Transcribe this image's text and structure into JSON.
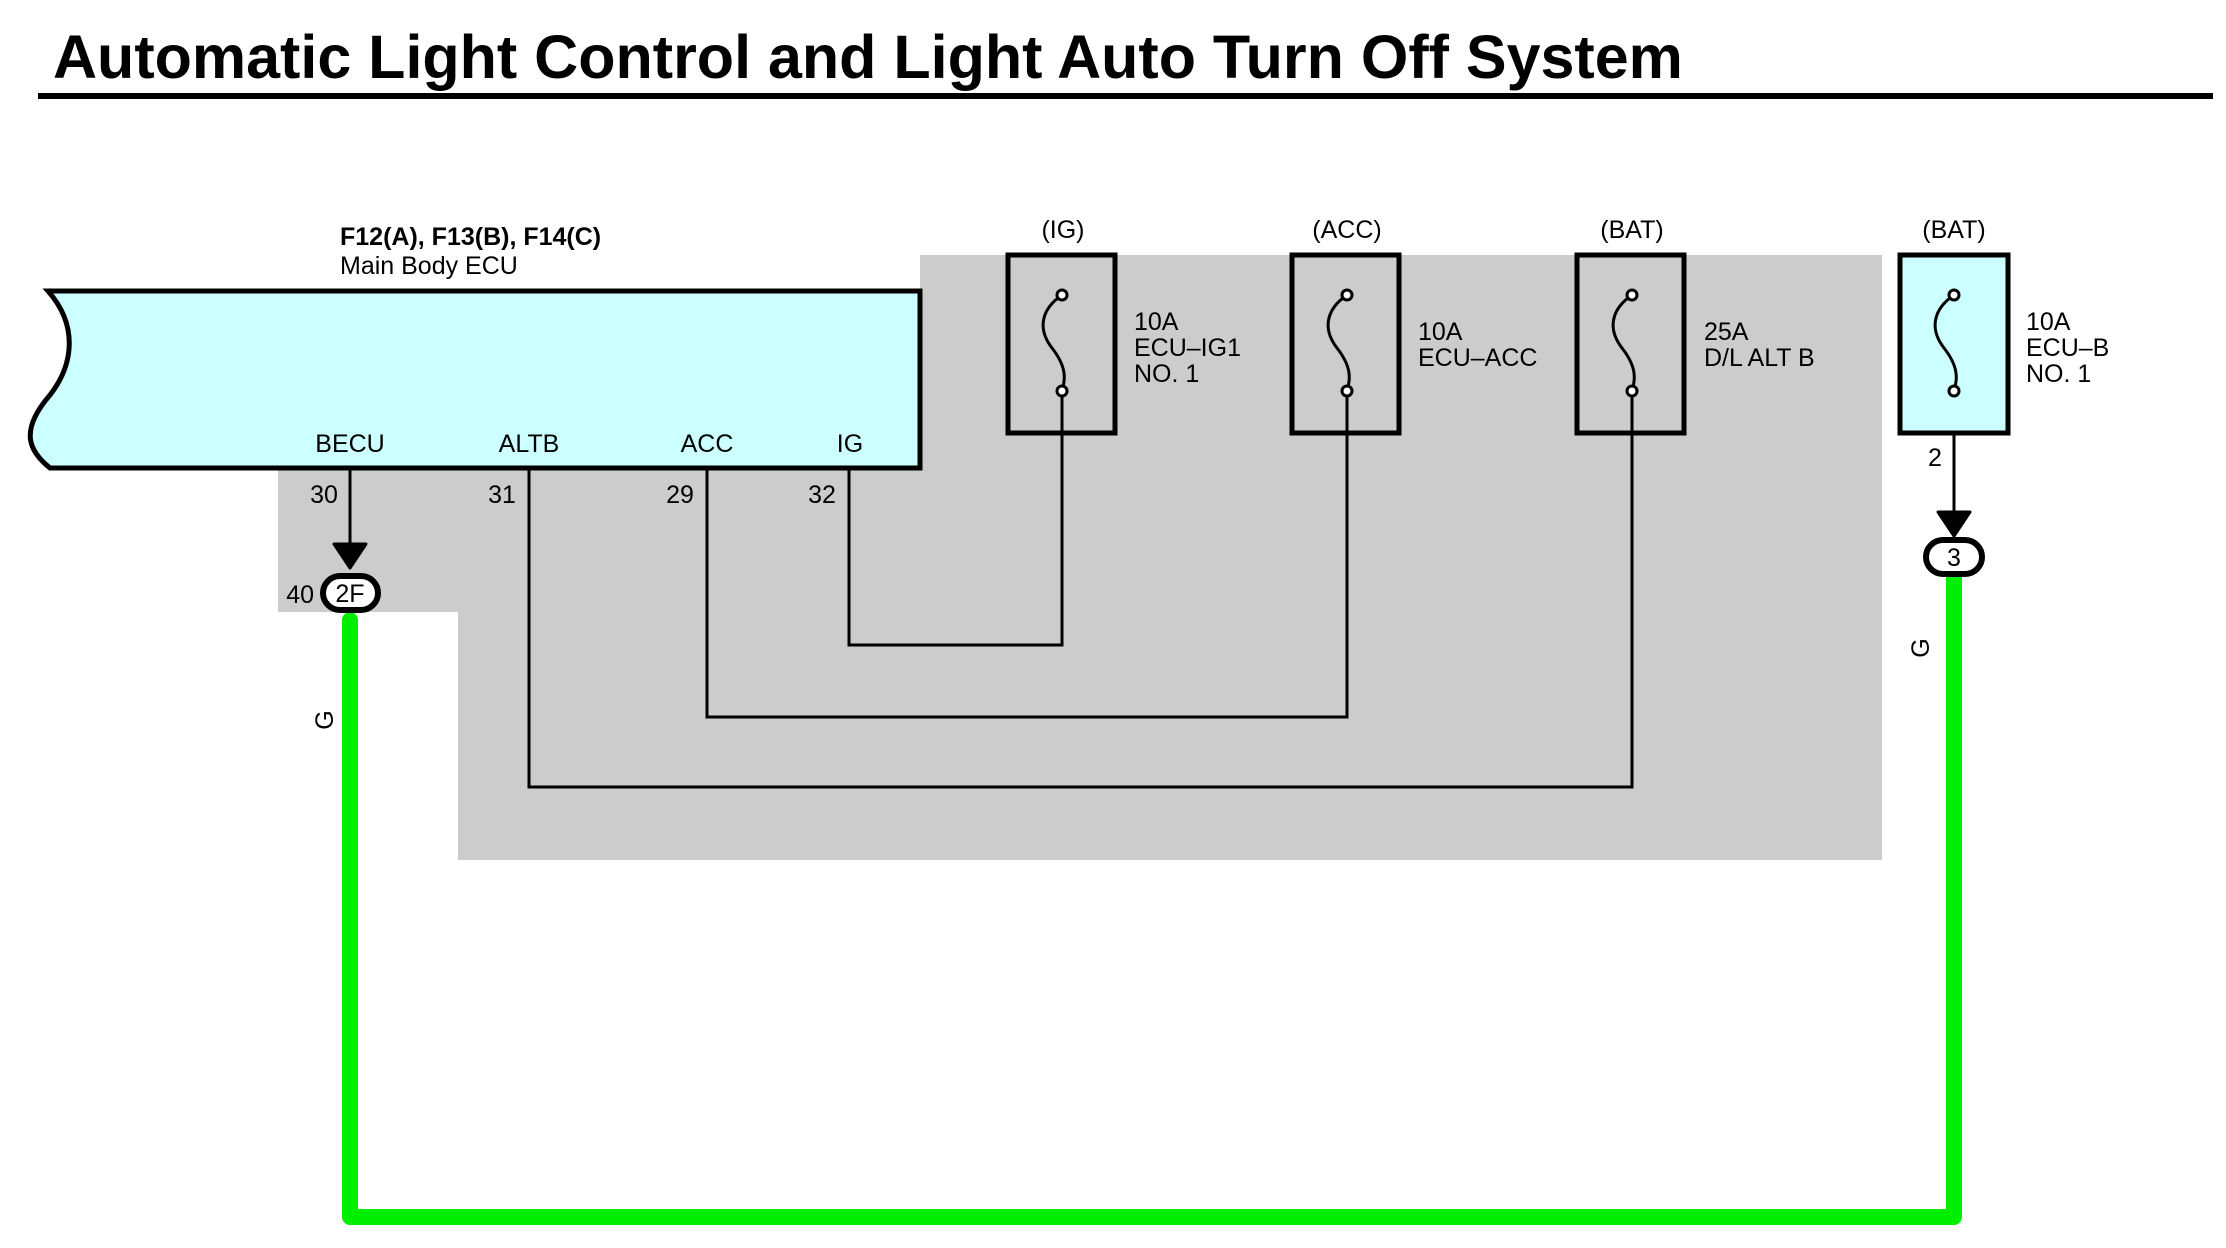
{
  "title": "Automatic Light Control and Light Auto Turn Off System",
  "ecu": {
    "connectors": "F12(A), F13(B), F14(C)",
    "name": "Main Body ECU",
    "terminals": [
      {
        "name": "BECU",
        "pin": "30"
      },
      {
        "name": "ALTB",
        "pin": "31"
      },
      {
        "name": "ACC",
        "pin": "29"
      },
      {
        "name": "IG",
        "pin": "32"
      }
    ],
    "body_color": "#ccffff"
  },
  "fuses": [
    {
      "source": "(IG)",
      "rating": "10A",
      "name_line1": "ECU–IG1",
      "name_line2": "NO. 1"
    },
    {
      "source": "(ACC)",
      "rating": "10A",
      "name_line1": "ECU–ACC",
      "name_line2": ""
    },
    {
      "source": "(BAT)",
      "rating": "25A",
      "name_line1": "D/L ALT B",
      "name_line2": ""
    },
    {
      "source": "(BAT)",
      "rating": "10A",
      "name_line1": "ECU–B",
      "name_line2": "NO. 1"
    }
  ],
  "ecu_b_fuse_pin": "2",
  "junctions": [
    {
      "label": "2F",
      "pin": "40"
    },
    {
      "label": "3",
      "pin": ""
    }
  ],
  "wire": {
    "color_code": "G",
    "color": "#00ee00"
  },
  "colors": {
    "shaded_area": "#cccccc",
    "highlight_fuse": "#ccffff"
  }
}
